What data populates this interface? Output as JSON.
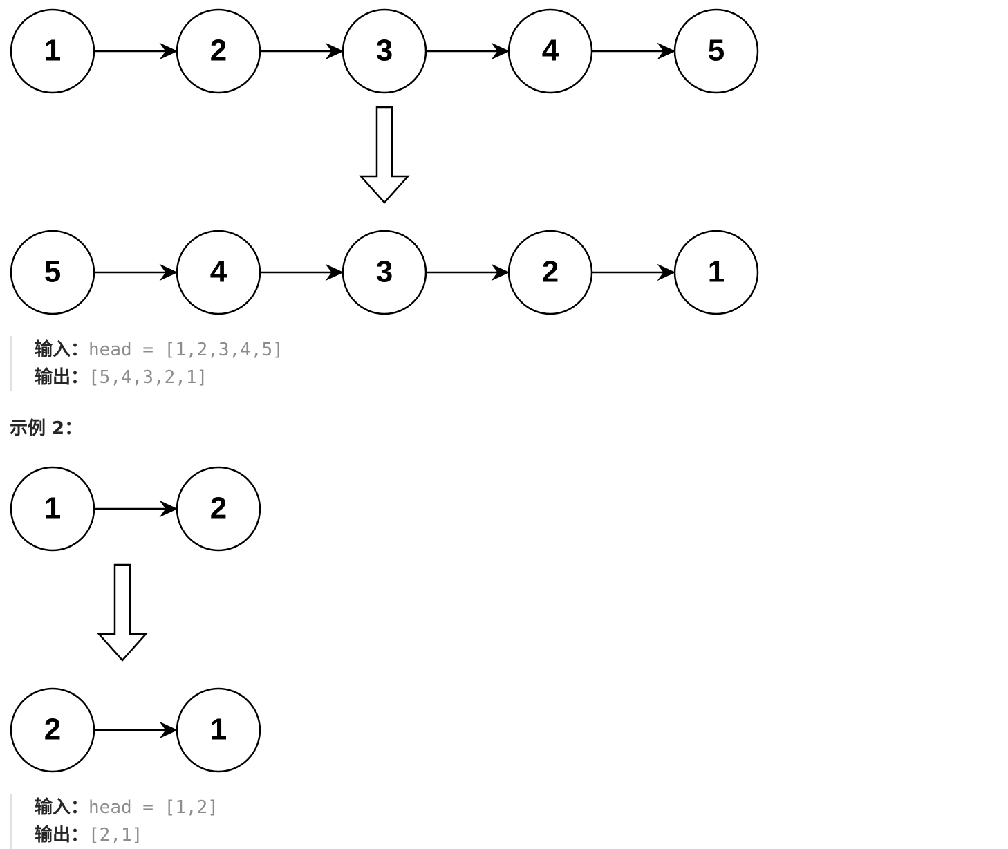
{
  "examples": [
    {
      "before": [
        "1",
        "2",
        "3",
        "4",
        "5"
      ],
      "after": [
        "5",
        "4",
        "3",
        "2",
        "1"
      ],
      "input_label": "输入：",
      "input_value": "head = [1,2,3,4,5]",
      "output_label": "输出：",
      "output_value": "[5,4,3,2,1]"
    },
    {
      "title": "示例 2：",
      "before": [
        "1",
        "2"
      ],
      "after": [
        "2",
        "1"
      ],
      "input_label": "输入：",
      "input_value": "head = [1,2]",
      "output_label": "输出：",
      "output_value": "[2,1]"
    }
  ]
}
